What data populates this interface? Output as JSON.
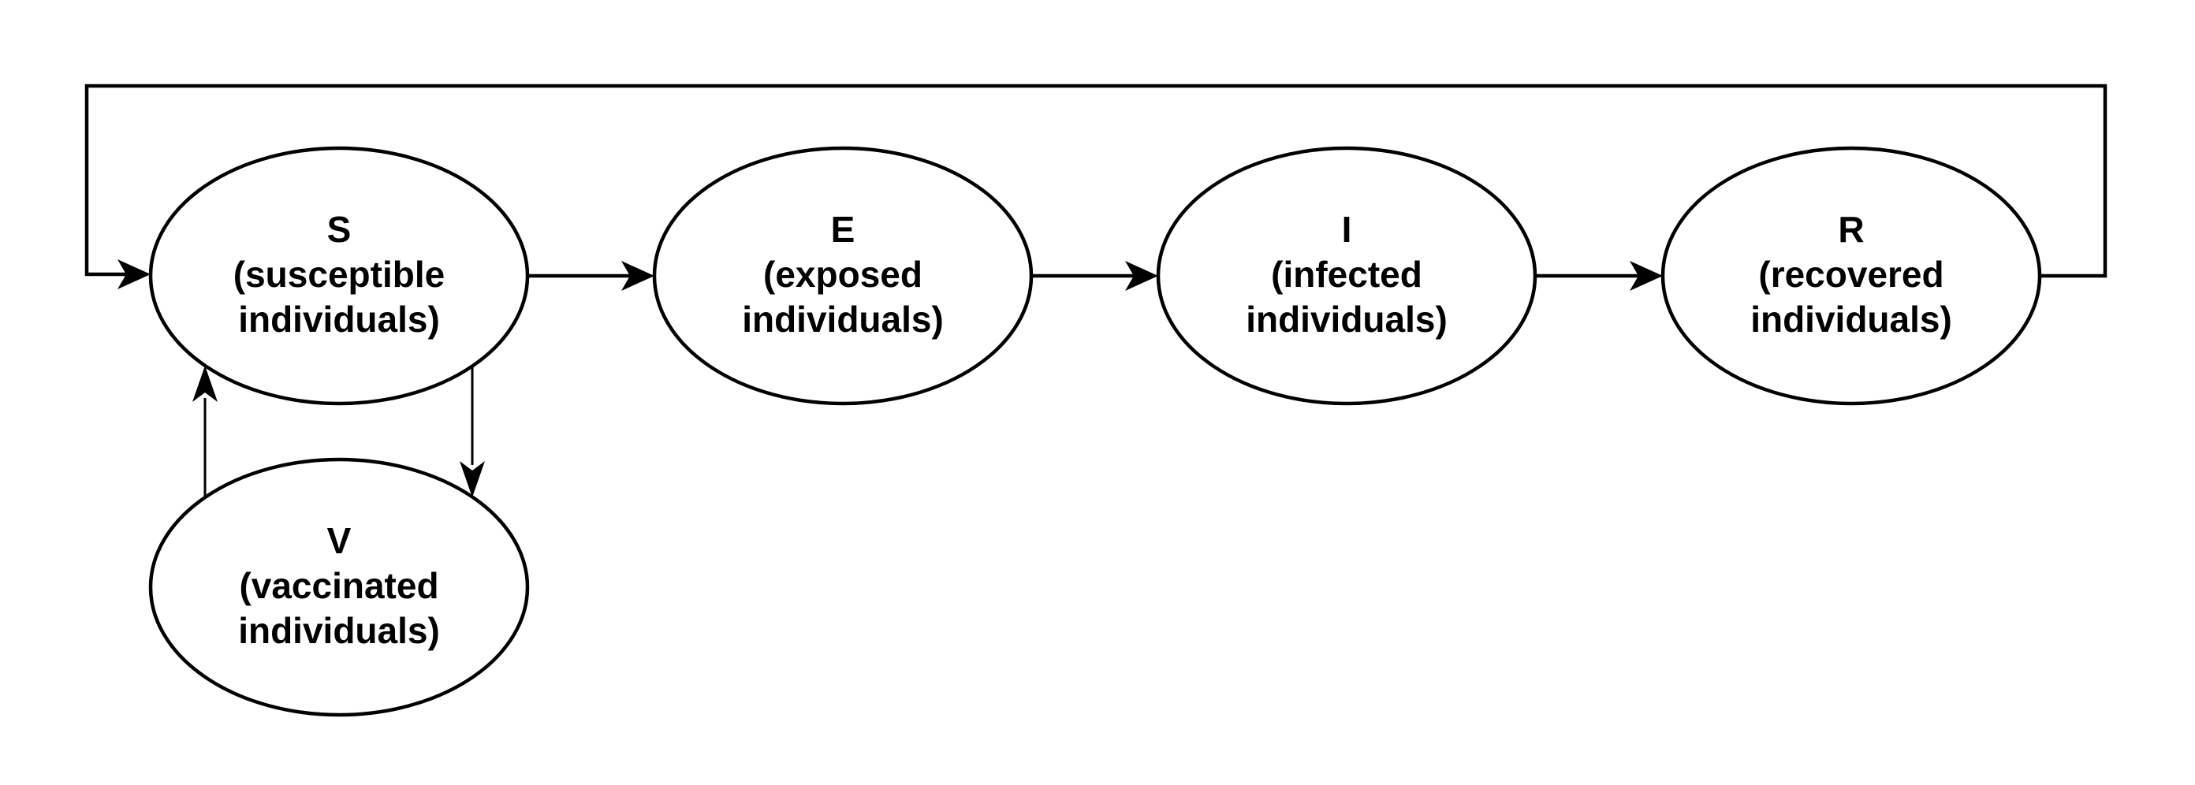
{
  "diagram": {
    "title": "SEIR-V compartment flow diagram",
    "colors": {
      "background": "#ffffff",
      "ink": "#000000"
    },
    "nodes": [
      {
        "id": "S",
        "letter": "S",
        "line1": "(susceptible",
        "line2": "individuals)"
      },
      {
        "id": "E",
        "letter": "E",
        "line1": "(exposed",
        "line2": "individuals)"
      },
      {
        "id": "I",
        "letter": "I",
        "line1": "(infected",
        "line2": "individuals)"
      },
      {
        "id": "R",
        "letter": "R",
        "line1": "(recovered",
        "line2": "individuals)"
      },
      {
        "id": "V",
        "letter": "V",
        "line1": "(vaccinated",
        "line2": "individuals)"
      }
    ],
    "edges": [
      {
        "from": "S",
        "to": "E",
        "style": "straight-arrow"
      },
      {
        "from": "E",
        "to": "I",
        "style": "straight-arrow"
      },
      {
        "from": "I",
        "to": "R",
        "style": "straight-arrow"
      },
      {
        "from": "R",
        "to": "S",
        "style": "rectangular-loop-over-top"
      },
      {
        "from": "S",
        "to": "V",
        "style": "vertical-arrow-down"
      },
      {
        "from": "V",
        "to": "S",
        "style": "vertical-arrow-up"
      }
    ]
  }
}
